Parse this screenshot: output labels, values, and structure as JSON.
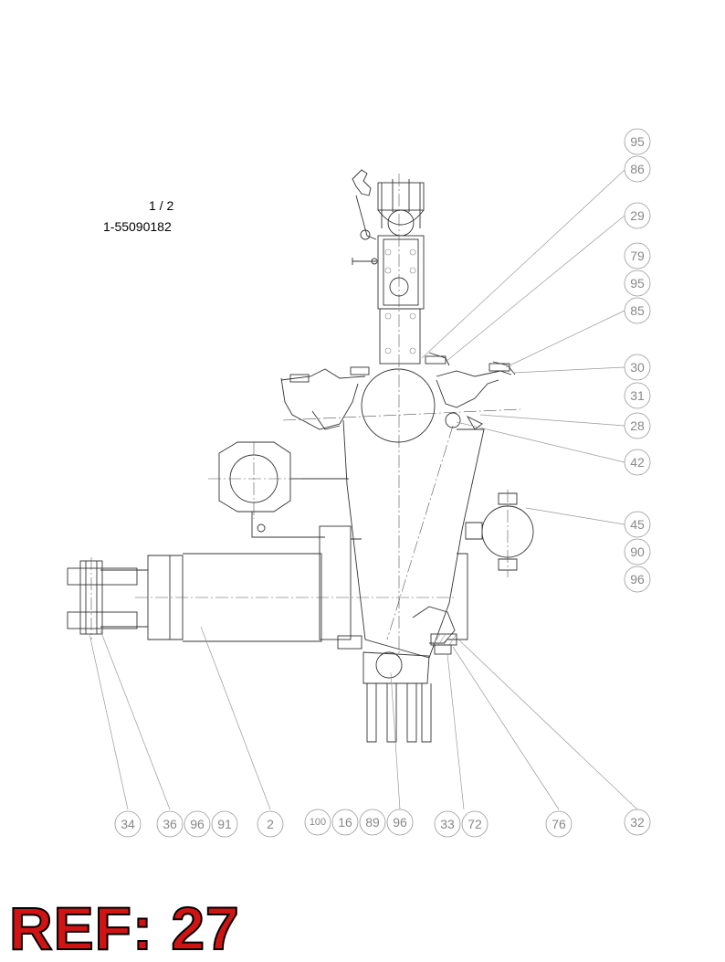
{
  "sheet": {
    "number": "1 / 2",
    "part_number": "1-55090182"
  },
  "ref_label": "REF: 27",
  "colors": {
    "ref_fill": "#d01414",
    "line": "#333333",
    "callout": "#888888"
  },
  "callouts_right": [
    "95",
    "86",
    "29",
    "79",
    "95",
    "85",
    "30",
    "31",
    "28",
    "42",
    "45",
    "90",
    "96"
  ],
  "callouts_bottom": [
    "34",
    "36",
    "96",
    "91",
    "2",
    "100",
    "16",
    "89",
    "96",
    "33",
    "72",
    "76",
    "32"
  ]
}
